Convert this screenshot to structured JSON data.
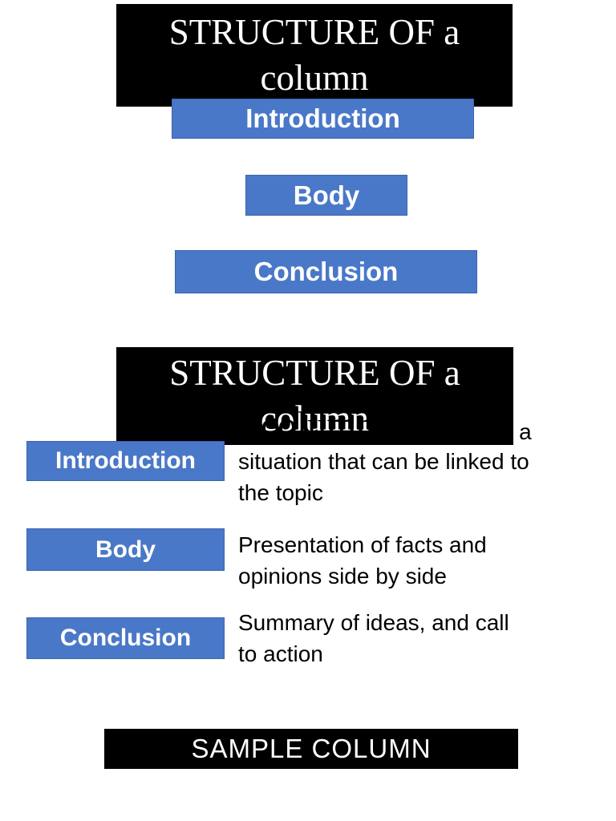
{
  "colors": {
    "accent_blue": "#4A78C8",
    "blue_border": "#3A65AD",
    "box_black": "#000000",
    "title_text": "#ffffff",
    "body_text": "#000000",
    "page_background": "#ffffff"
  },
  "slide1": {
    "title": {
      "line1": "STRUCTURE OF a",
      "line2": "column"
    },
    "boxes": [
      {
        "label": "Introduction"
      },
      {
        "label": "Body"
      },
      {
        "label": "Conclusion"
      }
    ]
  },
  "slide2": {
    "title": {
      "line1": "STRUCTURE OF a",
      "line2": "column"
    },
    "rows": [
      {
        "label": "Introduction",
        "desc_hidden_tail": "r a",
        "desc_lines": [
          "situation that can be linked to",
          "the topic"
        ]
      },
      {
        "label": "Body",
        "desc_lines": [
          "Presentation of facts and",
          "opinions side by side"
        ]
      },
      {
        "label": "Conclusion",
        "desc_lines": [
          "Summary of ideas, and call",
          "to action"
        ]
      }
    ]
  },
  "footer": {
    "label": "SAMPLE COLUMN"
  }
}
